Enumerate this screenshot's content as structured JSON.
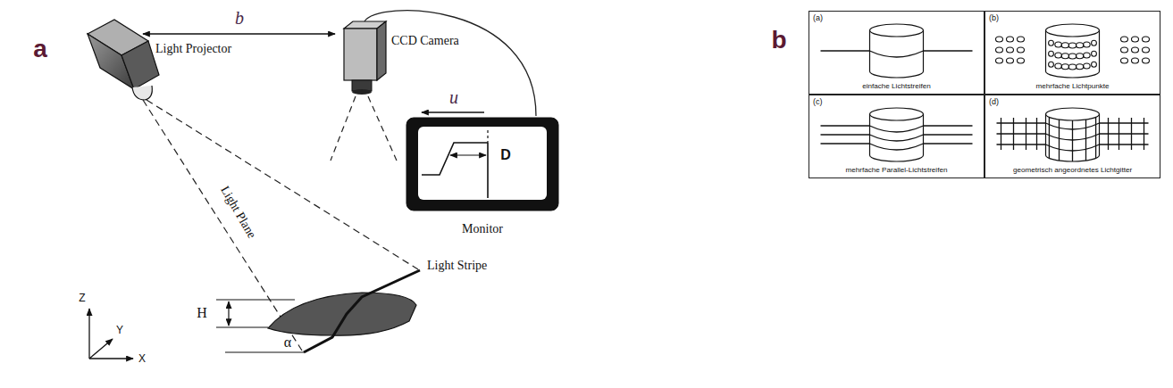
{
  "diagram": {
    "nodes": [
      {
        "text": [
          "(a)",
          "einfache Lichtstreifen"
        ]
      },
      {
        "text": [
          "(b)",
          "mehrfache Lichtpunkte"
        ]
      },
      {
        "text": [
          "(c)",
          "mehrfache Parallel-Lichtstreifen"
        ]
      },
      {
        "text": [
          "(d)",
          "geometrisch angeordnetes Lichtgitter"
        ]
      }
    ],
    "labels": [
      "a",
      "b",
      "Light Projector",
      "CCD Camera",
      "u",
      "D",
      "Monitor",
      "Light Plane",
      "Light Stripe",
      "H",
      "Z",
      "Y",
      "α",
      "X",
      "b"
    ]
  }
}
